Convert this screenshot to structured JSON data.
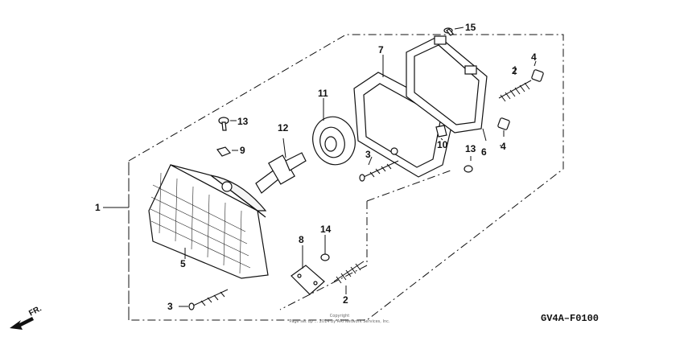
{
  "diagram_code": "GV4A–F0100",
  "copyright_lines": [
    "Copyright",
    "Page set up ... 2014 by ARI Network Services, Inc."
  ],
  "direction_label": "FR.",
  "callouts": {
    "c1": "1",
    "c2a": "2",
    "c2b": "2",
    "c3a": "3",
    "c3b": "3",
    "c4a": "4",
    "c4b": "4",
    "c5": "5",
    "c6": "6",
    "c7": "7",
    "c8": "8",
    "c9": "9",
    "c10": "10",
    "c11": "11",
    "c12": "12",
    "c13a": "13",
    "c13b": "13",
    "c14": "14",
    "c15": "15"
  }
}
